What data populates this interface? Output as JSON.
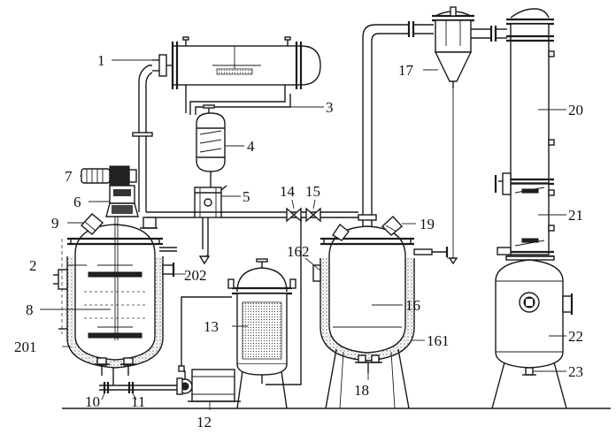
{
  "labels": {
    "l1": "1",
    "l2": "2",
    "l3": "3",
    "l4": "4",
    "l5": "5",
    "l6": "6",
    "l7": "7",
    "l8": "8",
    "l9": "9",
    "l10": "10",
    "l11": "11",
    "l12": "12",
    "l13": "13",
    "l14": "14",
    "l15": "15",
    "l16": "16",
    "l17": "17",
    "l18": "18",
    "l19": "19",
    "l20": "20",
    "l21": "21",
    "l22": "22",
    "l23": "23",
    "l161": "161",
    "l162": "162",
    "l201": "201",
    "l202": "202"
  }
}
